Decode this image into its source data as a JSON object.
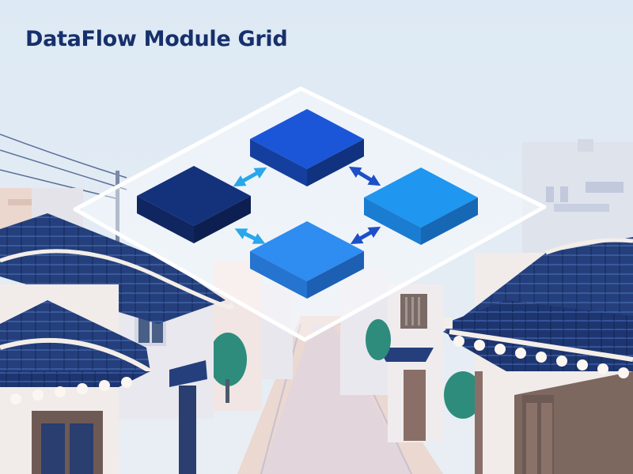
{
  "title": "DataFlow Module Grid",
  "colors": {
    "sky": "#dbe7f2",
    "title": "#16306b",
    "roof": "#223f7a",
    "module_navy": "#13307a",
    "module_mid": "#1b56d8",
    "module_cyan": "#1f96ef",
    "module_sky": "#2f8cf0",
    "arrow": "#2aa6ea"
  },
  "diagram": {
    "modules": [
      {
        "name": "module-top",
        "shade": "mid"
      },
      {
        "name": "module-left",
        "shade": "navy"
      },
      {
        "name": "module-right",
        "shade": "cyan"
      },
      {
        "name": "module-bottom",
        "shade": "sky"
      }
    ],
    "links": [
      {
        "from": "module-left",
        "to": "module-top",
        "direction": "bidirectional"
      },
      {
        "from": "module-top",
        "to": "module-right",
        "direction": "bidirectional"
      },
      {
        "from": "module-left",
        "to": "module-bottom",
        "direction": "bidirectional"
      },
      {
        "from": "module-bottom",
        "to": "module-right",
        "direction": "bidirectional"
      }
    ]
  }
}
